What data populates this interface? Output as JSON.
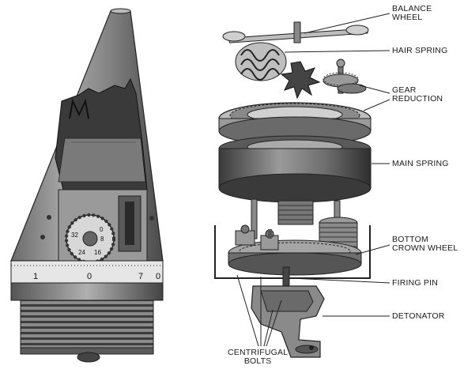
{
  "callouts": {
    "balance_wheel": "BALANCE\nWHEEL",
    "hair_spring": "HAIR SPRING",
    "gear_reduction": "GEAR\nREDUCTION",
    "main_spring": "MAIN SPRING",
    "bottom_crown_wheel": "BOTTOM\nCROWN WHEEL",
    "firing_pin": "FIRING PIN",
    "detonator": "DETONATOR",
    "centrifugal_bolts": "CENTRIFUGAL\nBOLTS"
  },
  "fuze": {
    "scale_digits": [
      "1",
      "0",
      "7",
      "0"
    ],
    "dial_digits": [
      "0",
      "8",
      "16",
      "24",
      "32"
    ]
  }
}
